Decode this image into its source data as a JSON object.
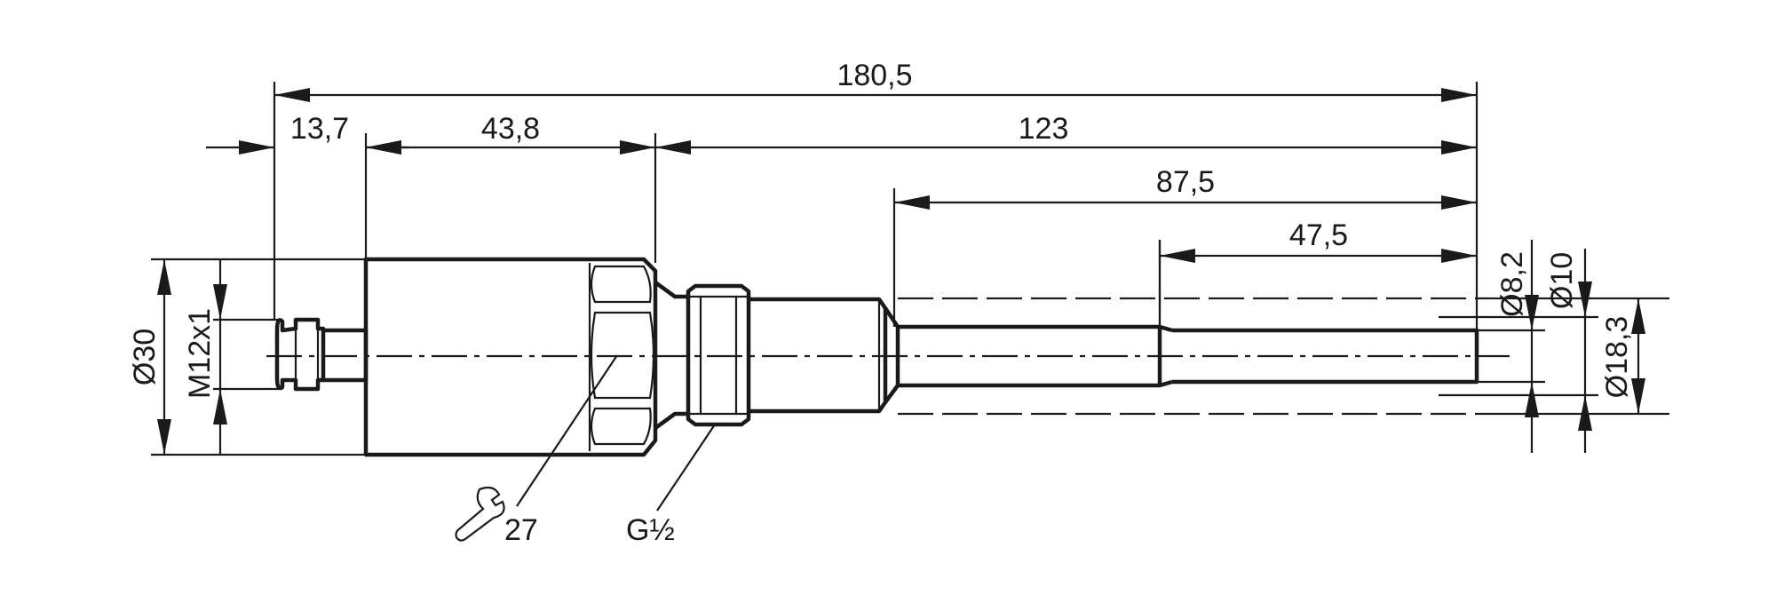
{
  "dimensions": {
    "total_length": "180,5",
    "connector_length": "13,7",
    "housing_length": "43,8",
    "probe_length": "123",
    "shaft_length": "87,5",
    "tip_length": "47,5",
    "housing_diameter": "Ø30",
    "connector_thread": "M12x1",
    "tip_diameter": "Ø8,2",
    "shaft_diameter": "Ø10",
    "thread_diameter": "Ø18,3"
  },
  "callouts": {
    "wrench_size": "27",
    "process_thread": "G½"
  },
  "icons": {
    "wrench": "wrench-icon"
  }
}
